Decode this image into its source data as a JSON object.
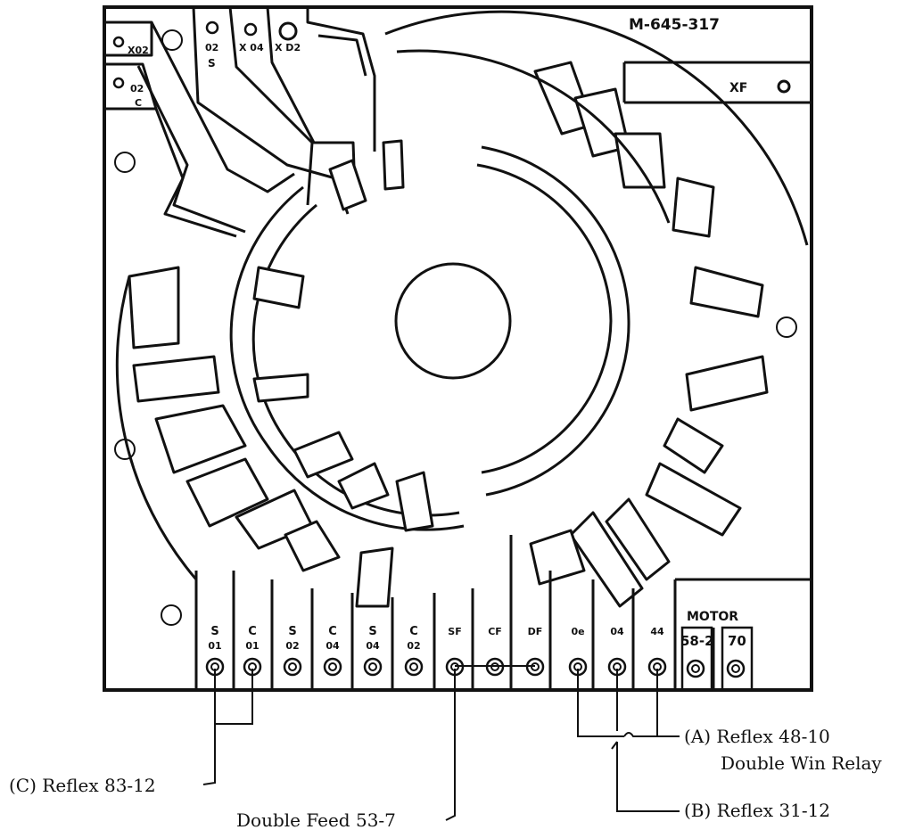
{
  "board": {
    "part_number": "M-645-317",
    "xf_label": "XF",
    "top_terminals": [
      {
        "id": "x02",
        "label": "X02"
      },
      {
        "id": "o2s",
        "label_top": "02",
        "label_bottom": "S"
      },
      {
        "id": "x04",
        "label": "X 04"
      },
      {
        "id": "xo2",
        "label": "X D2"
      },
      {
        "id": "o2c",
        "label_top": "02",
        "label_bottom": "C"
      }
    ],
    "bottom_terminals": [
      {
        "top": "S",
        "bottom": "01"
      },
      {
        "top": "C",
        "bottom": "01"
      },
      {
        "top": "S",
        "bottom": "02"
      },
      {
        "top": "C",
        "bottom": "04"
      },
      {
        "top": "S",
        "bottom": "04"
      },
      {
        "top": "C",
        "bottom": "02"
      },
      {
        "top": "SF",
        "bottom": ""
      },
      {
        "top": "CF",
        "bottom": ""
      },
      {
        "top": "DF",
        "bottom": ""
      },
      {
        "top": "0e",
        "bottom": ""
      },
      {
        "top": "04",
        "bottom": ""
      },
      {
        "top": "44",
        "bottom": ""
      }
    ],
    "motor": {
      "label": "MOTOR",
      "terminals": [
        "58-2",
        "70"
      ]
    }
  },
  "callouts": {
    "a_line1": "(A) Reflex 48-10",
    "a_line2": "Double Win Relay",
    "b": "(B) Reflex 31-12",
    "c": "(C) Reflex 83-12",
    "double_feed": "Double Feed 53-7"
  }
}
